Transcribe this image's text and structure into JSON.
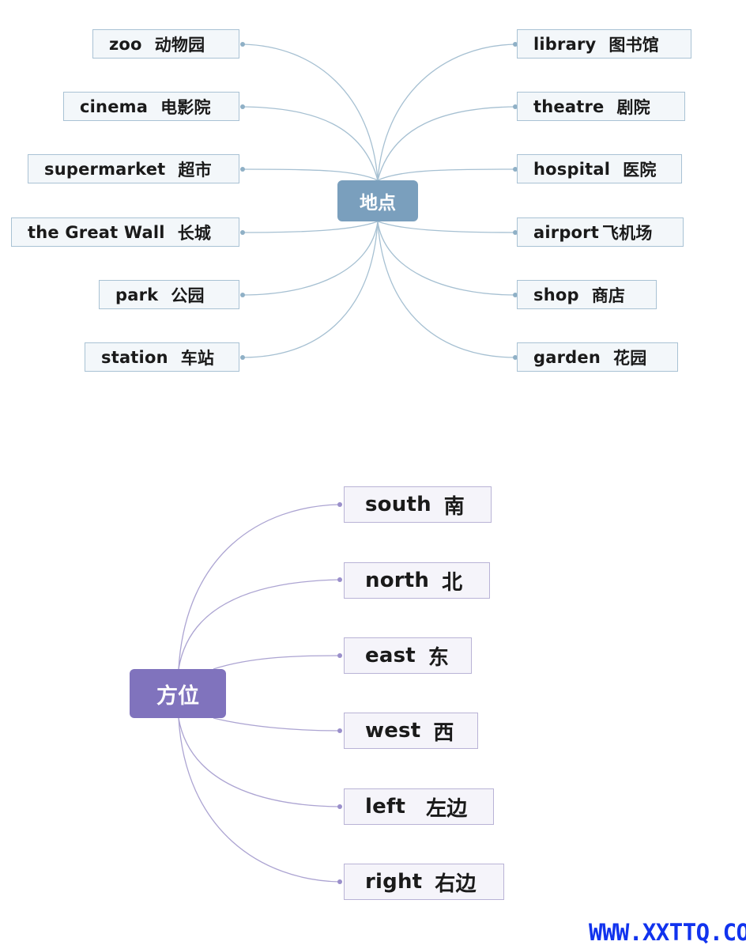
{
  "places": {
    "hub": "地点",
    "left": [
      {
        "en": "zoo",
        "zh": "动物园"
      },
      {
        "en": "cinema",
        "zh": "电影院"
      },
      {
        "en": "supermarket",
        "zh": "超市"
      },
      {
        "en": "the Great Wall",
        "zh": "长城"
      },
      {
        "en": "park",
        "zh": "公园"
      },
      {
        "en": "station",
        "zh": "车站"
      }
    ],
    "right": [
      {
        "en": "library",
        "zh": "图书馆"
      },
      {
        "en": "theatre",
        "zh": "剧院"
      },
      {
        "en": "hospital",
        "zh": "医院"
      },
      {
        "en": "airport",
        "zh": "飞机场"
      },
      {
        "en": "shop",
        "zh": "商店"
      },
      {
        "en": "garden",
        "zh": "花园"
      }
    ]
  },
  "directions": {
    "hub": "方位",
    "items": [
      {
        "en": "south",
        "zh": "南"
      },
      {
        "en": "north",
        "zh": "北"
      },
      {
        "en": "east",
        "zh": "东"
      },
      {
        "en": "west",
        "zh": "西"
      },
      {
        "en": "left",
        "zh": "左边"
      },
      {
        "en": "right",
        "zh": "右边"
      }
    ]
  },
  "watermark": "WWW.XXTTQ.COM",
  "colors": {
    "places_hub": "#7a9fbd",
    "directions_hub": "#8073bd",
    "places_link": "#9fbccf",
    "directions_link": "#a79fcf",
    "watermark": "#1133ee"
  }
}
